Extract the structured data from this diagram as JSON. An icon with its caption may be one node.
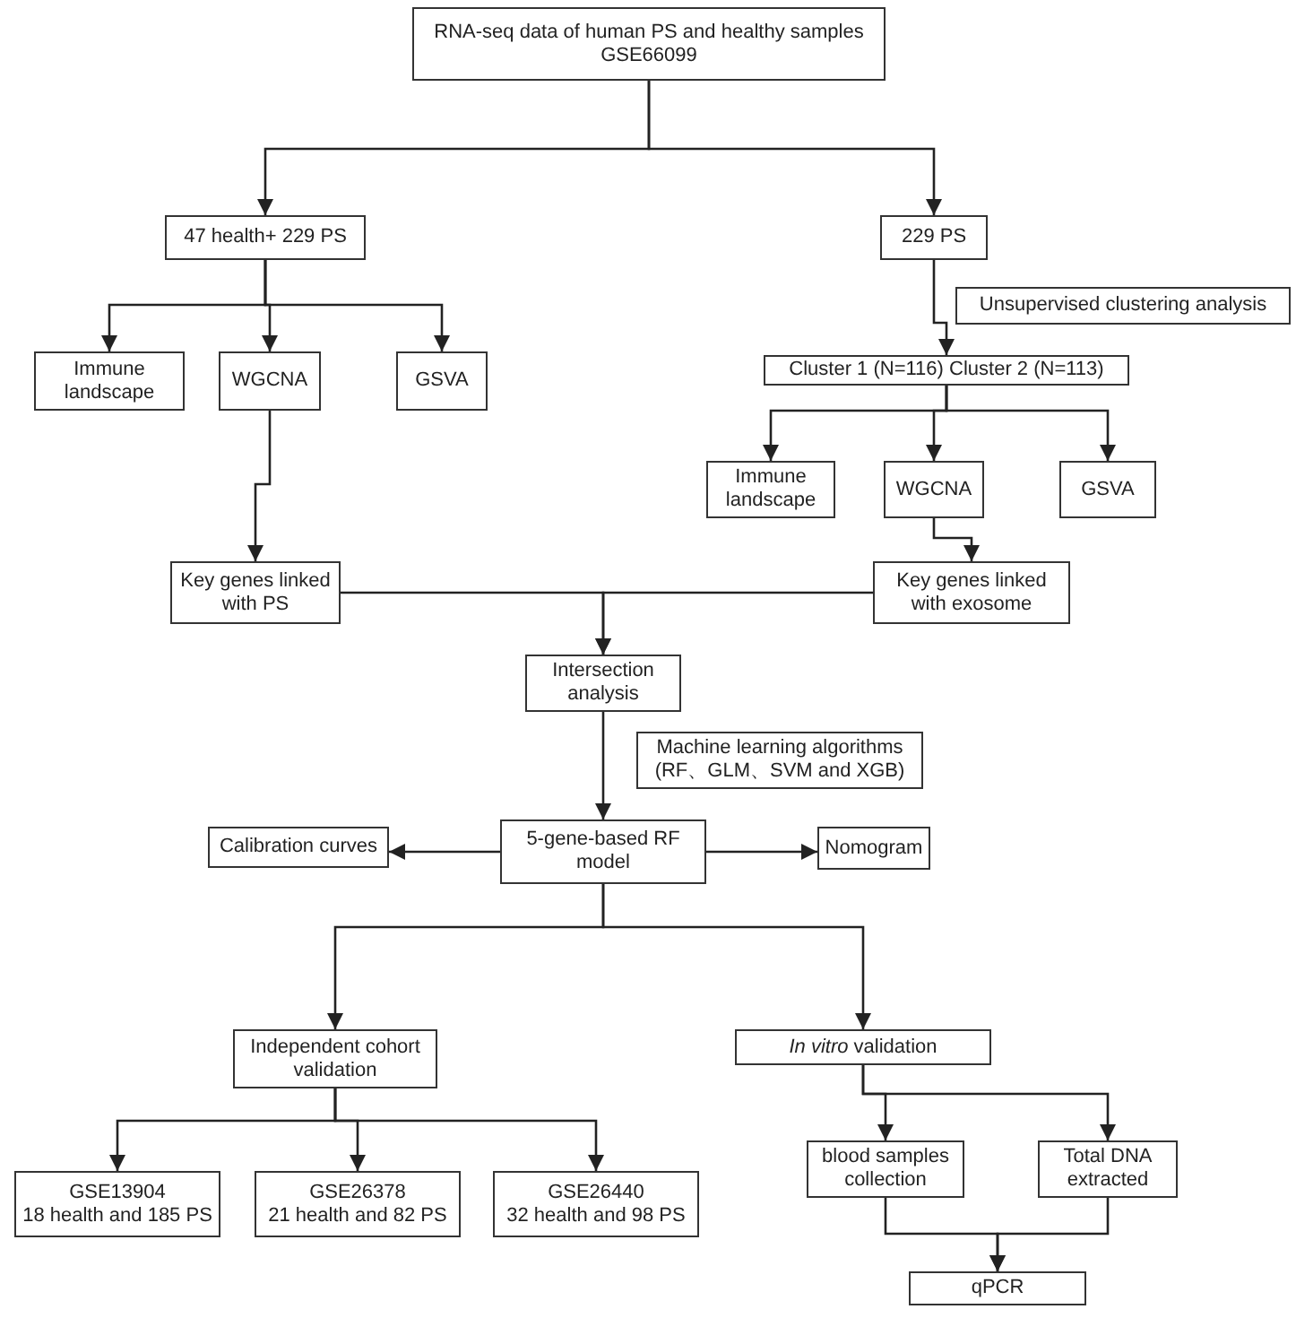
{
  "diagram": {
    "nodes": [
      {
        "text": [
          "RNA-seq data of human PS and healthy samples",
          "GSE66099"
        ]
      },
      {
        "text": [
          "47 health+ 229 PS"
        ]
      },
      {
        "text": [
          "229 PS"
        ]
      },
      {
        "text": [
          "Unsupervised clustering analysis"
        ]
      },
      {
        "text": [
          "Immune landscape"
        ]
      },
      {
        "text": [
          "WGCNA"
        ]
      },
      {
        "text": [
          "GSVA"
        ]
      },
      {
        "text": [
          "Cluster 1 (N=116) Cluster 2 (N=113)"
        ]
      },
      {
        "text": [
          "Immune landscape"
        ]
      },
      {
        "text": [
          "WGCNA"
        ]
      },
      {
        "text": [
          "GSVA"
        ]
      },
      {
        "text": [
          "Key genes linked with PS"
        ]
      },
      {
        "text": [
          "Key genes linked with exosome"
        ]
      },
      {
        "text": [
          "Intersection analysis"
        ]
      },
      {
        "text": [
          "Machine learning algorithms (RF、GLM、SVM and XGB)"
        ]
      },
      {
        "text": [
          "Calibration curves"
        ]
      },
      {
        "text": [
          "5-gene-based RF model"
        ]
      },
      {
        "text": [
          "Nomogram"
        ]
      },
      {
        "text": [
          "Independent cohort validation"
        ]
      },
      {
        "text": [
          "*In vitro* validation"
        ]
      },
      {
        "text": [
          "GSE13904",
          "18 health and 185 PS"
        ]
      },
      {
        "text": [
          "GSE26378",
          "21 health and 82 PS"
        ]
      },
      {
        "text": [
          "GSE26440",
          "32 health and 98 PS"
        ]
      },
      {
        "text": [
          "blood samples collection"
        ]
      },
      {
        "text": [
          "Total DNA extracted"
        ]
      },
      {
        "text": [
          "qPCR"
        ]
      }
    ],
    "edges": [
      {
        "from": 0,
        "to": 1,
        "arrow": "to"
      },
      {
        "from": 0,
        "to": 2,
        "arrow": "to"
      },
      {
        "from": 1,
        "to": 4,
        "arrow": "to"
      },
      {
        "from": 1,
        "to": 5,
        "arrow": "to"
      },
      {
        "from": 1,
        "to": 6,
        "arrow": "to"
      },
      {
        "from": 2,
        "to": 7,
        "arrow": "to"
      },
      {
        "from": 7,
        "to": 8,
        "arrow": "to"
      },
      {
        "from": 7,
        "to": 9,
        "arrow": "to"
      },
      {
        "from": 7,
        "to": 10,
        "arrow": "to"
      },
      {
        "from": 5,
        "to": 11,
        "arrow": "to"
      },
      {
        "from": 9,
        "to": 12,
        "arrow": "to"
      },
      {
        "from": 11,
        "to": 13,
        "arrow": "to"
      },
      {
        "from": 12,
        "to": 13,
        "arrow": "to"
      },
      {
        "from": 13,
        "to": 16,
        "arrow": "to"
      },
      {
        "from": 16,
        "to": 15,
        "arrow": "to"
      },
      {
        "from": 16,
        "to": 17,
        "arrow": "to"
      },
      {
        "from": 16,
        "to": 18,
        "arrow": "to"
      },
      {
        "from": 16,
        "to": 19,
        "arrow": "to"
      },
      {
        "from": 18,
        "to": 20,
        "arrow": "to"
      },
      {
        "from": 18,
        "to": 21,
        "arrow": "to"
      },
      {
        "from": 18,
        "to": 22,
        "arrow": "to"
      },
      {
        "from": 19,
        "to": 23,
        "arrow": "to"
      },
      {
        "from": 19,
        "to": 24,
        "arrow": "to"
      },
      {
        "from": 23,
        "to": 25,
        "arrow": "to"
      },
      {
        "from": 24,
        "to": 25,
        "arrow": "to"
      }
    ]
  }
}
